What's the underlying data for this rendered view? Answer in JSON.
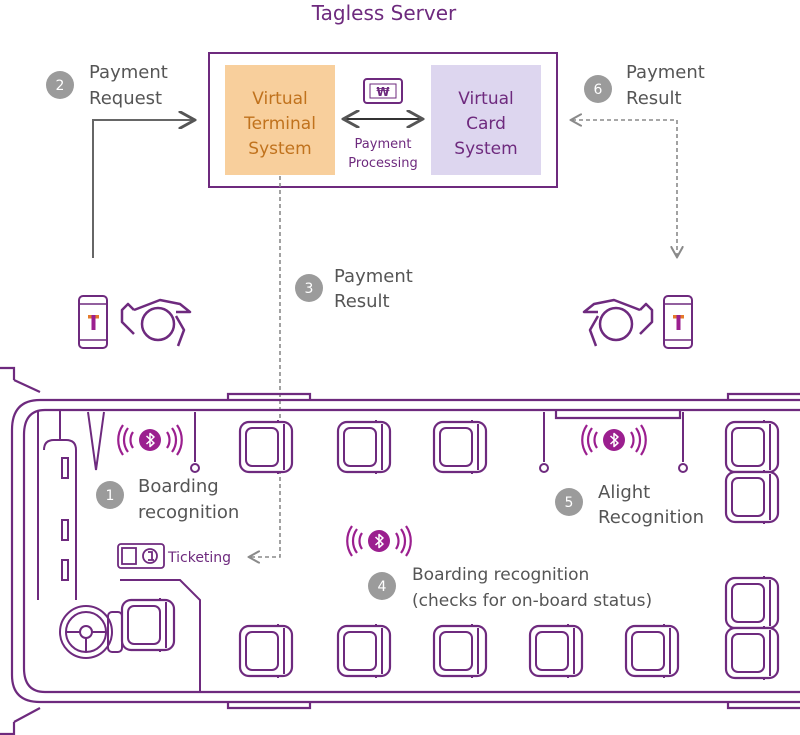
{
  "title": "Tagless Server",
  "server": {
    "terminal": [
      "Virtual",
      "Terminal",
      "System"
    ],
    "card": [
      "Virtual",
      "Card",
      "System"
    ],
    "processing": [
      "Payment",
      "Processing"
    ],
    "won_symbol": "₩"
  },
  "steps": [
    {
      "num": "1",
      "lines": [
        "Boarding",
        "recognition"
      ]
    },
    {
      "num": "2",
      "lines": [
        "Payment",
        "Request"
      ]
    },
    {
      "num": "3",
      "lines": [
        "Payment",
        "Result"
      ]
    },
    {
      "num": "4",
      "lines": [
        "Boarding recognition",
        "(checks for on-board status)"
      ]
    },
    {
      "num": "5",
      "lines": [
        "Alight",
        "Recognition"
      ]
    },
    {
      "num": "6",
      "lines": [
        "Payment",
        "Result"
      ]
    }
  ],
  "ticketing": "Ticketing",
  "phone_logo": "T",
  "colors": {
    "purple": "#6e2a7e",
    "bt": "#9b1f8f",
    "orange_fill": "#f8cf9c",
    "orange_text": "#c0721d",
    "lavender_fill": "#ddd6ef",
    "card_text": "#6e2a7e",
    "gray_circle": "#9b9b9b",
    "gray_text": "#555555"
  },
  "icons": [
    "bluetooth-icon",
    "phone-icon",
    "passenger-icon",
    "seat-icon",
    "steering-wheel-icon",
    "ticket-machine-icon",
    "won-bill-icon"
  ]
}
